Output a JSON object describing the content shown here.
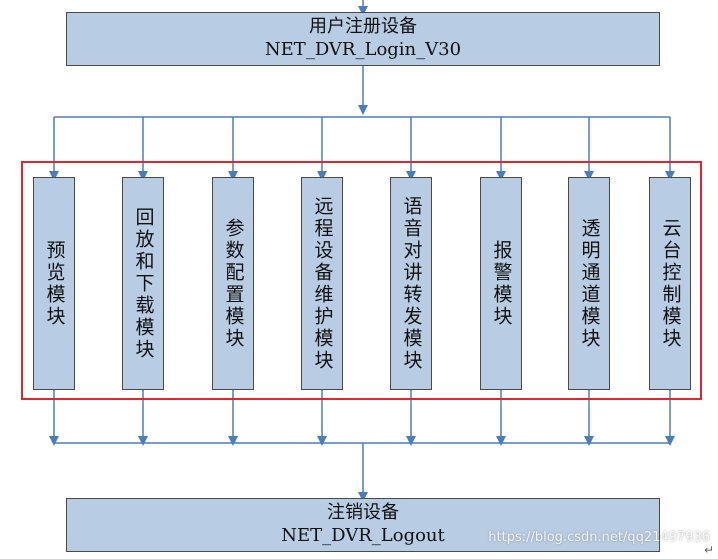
{
  "top_box": {
    "line1": "用户注册设备",
    "line2": "NET_DVR_Login_V30"
  },
  "modules": [
    {
      "label": "预览模块"
    },
    {
      "label": "回放和下载模块"
    },
    {
      "label": "参数配置模块"
    },
    {
      "label": "远程设备维护模块"
    },
    {
      "label": "语音对讲转发模块"
    },
    {
      "label": "报警模块"
    },
    {
      "label": "透明通道模块"
    },
    {
      "label": "云台控制模块"
    }
  ],
  "bottom_box": {
    "line1": "注销设备",
    "line2": "NET_DVR_Logout"
  },
  "watermark": "https://blog.csdn.net/qq21497936",
  "colors": {
    "box_fill": "#b8cce4",
    "arrow": "#4a7ebb",
    "frame": "#e0262c"
  }
}
